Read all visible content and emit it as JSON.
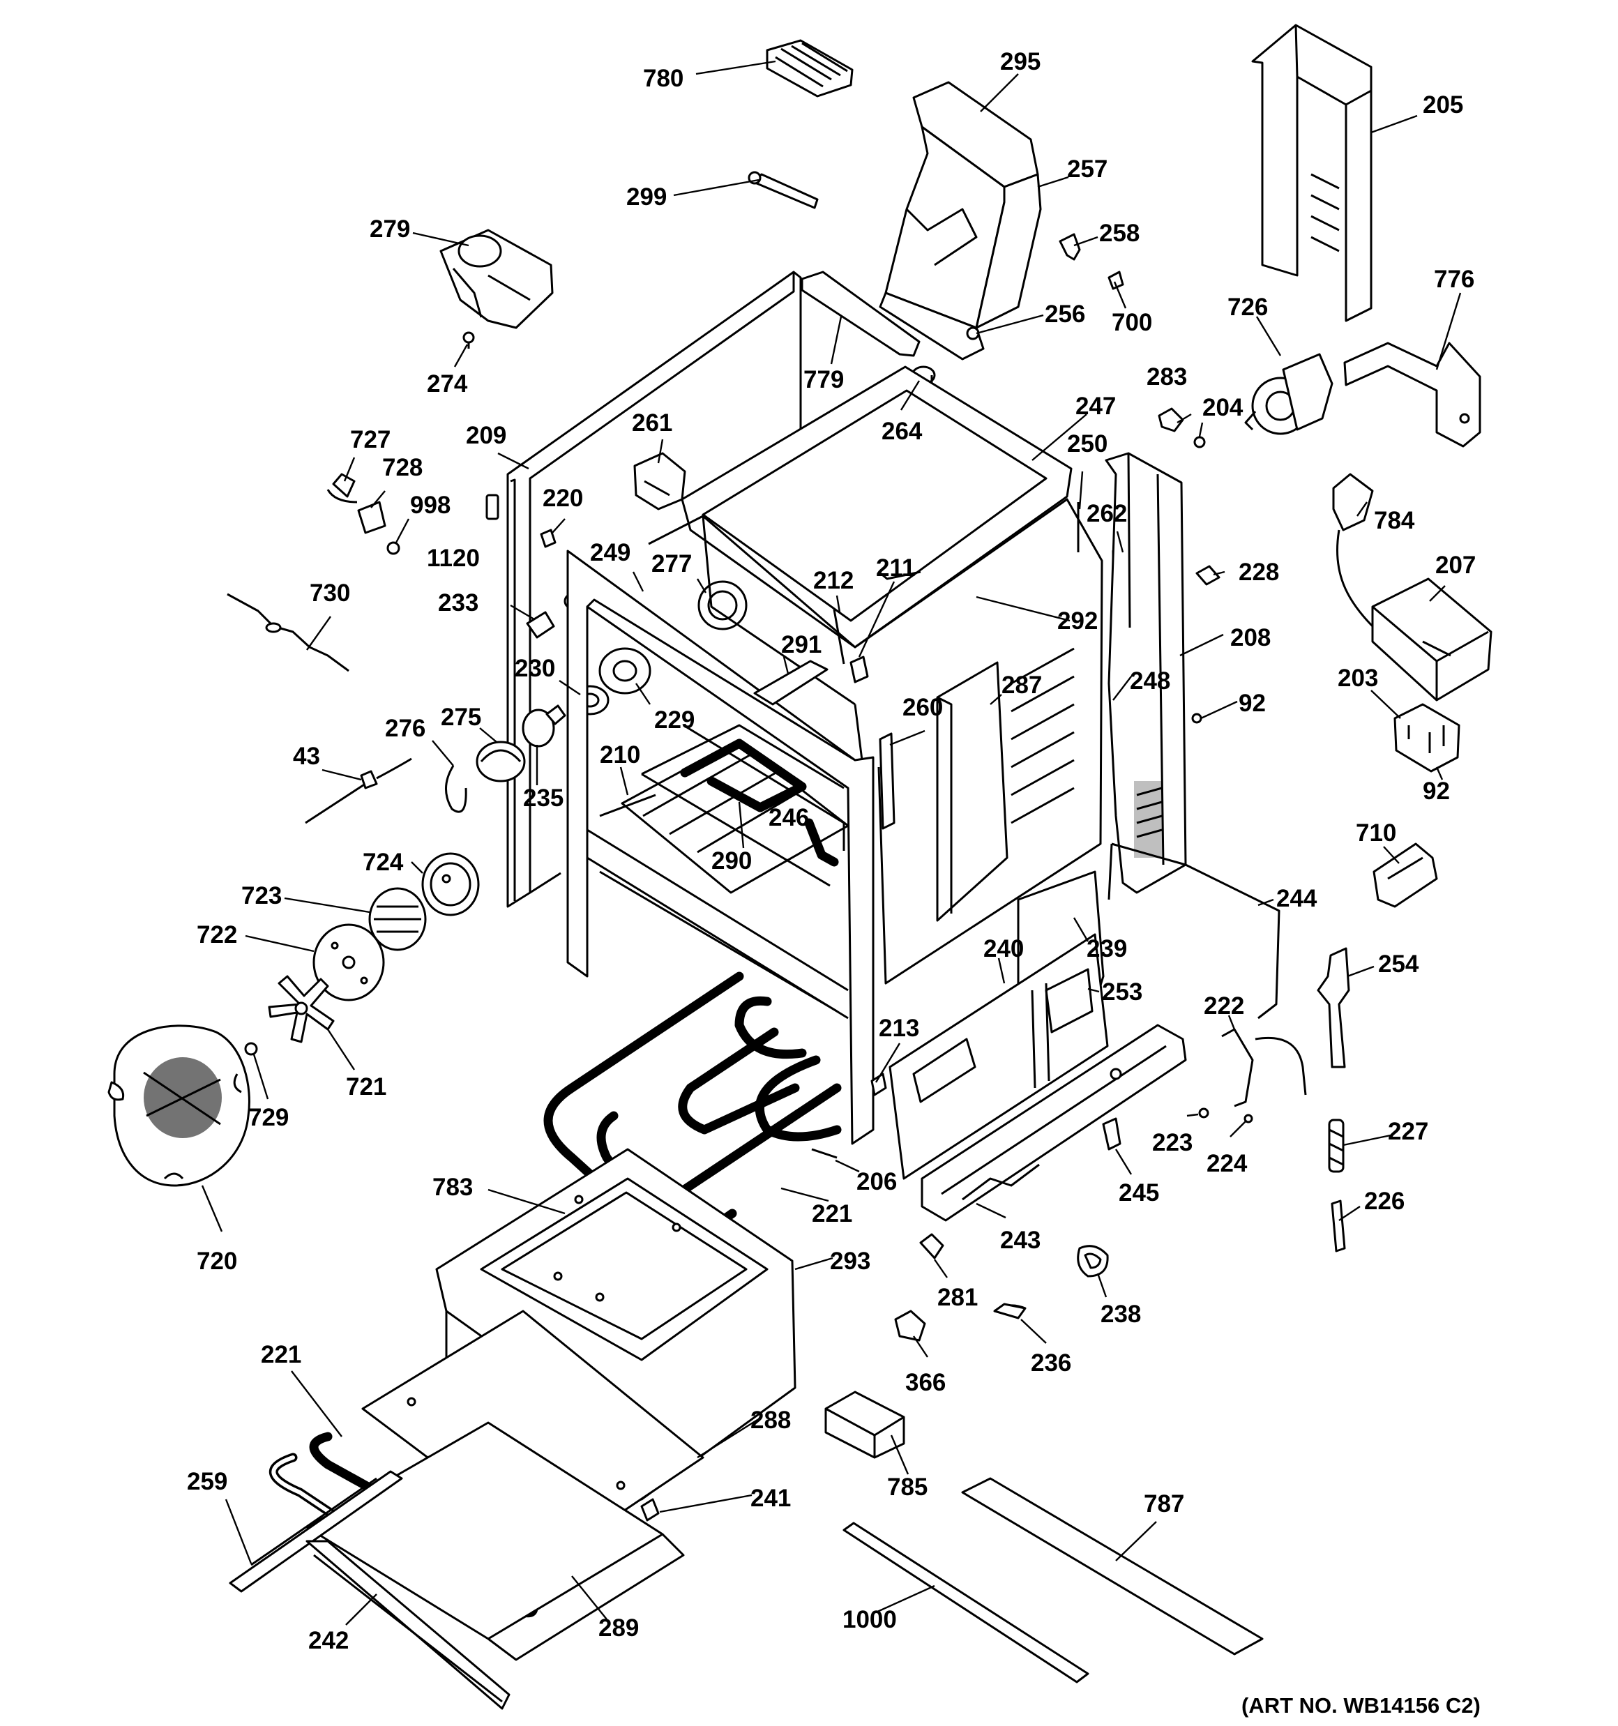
{
  "diagram": {
    "art_number": "(ART NO. WB14156 C2)",
    "callouts": [
      {
        "id": "c780",
        "text": "780"
      },
      {
        "id": "c295",
        "text": "295"
      },
      {
        "id": "c205",
        "text": "205"
      },
      {
        "id": "c299",
        "text": "299"
      },
      {
        "id": "c257",
        "text": "257"
      },
      {
        "id": "c279",
        "text": "279"
      },
      {
        "id": "c258",
        "text": "258"
      },
      {
        "id": "c776",
        "text": "776"
      },
      {
        "id": "c726",
        "text": "726"
      },
      {
        "id": "c256",
        "text": "256"
      },
      {
        "id": "c700",
        "text": "700"
      },
      {
        "id": "c779",
        "text": "779"
      },
      {
        "id": "c274",
        "text": "274"
      },
      {
        "id": "c283",
        "text": "283"
      },
      {
        "id": "c264",
        "text": "264"
      },
      {
        "id": "c247",
        "text": "247"
      },
      {
        "id": "c204",
        "text": "204"
      },
      {
        "id": "c261",
        "text": "261"
      },
      {
        "id": "c727",
        "text": "727"
      },
      {
        "id": "c209",
        "text": "209"
      },
      {
        "id": "c250",
        "text": "250"
      },
      {
        "id": "c728",
        "text": "728"
      },
      {
        "id": "c998",
        "text": "998"
      },
      {
        "id": "c220",
        "text": "220"
      },
      {
        "id": "c262",
        "text": "262"
      },
      {
        "id": "c784",
        "text": "784"
      },
      {
        "id": "c1120",
        "text": "1120"
      },
      {
        "id": "c249",
        "text": "249"
      },
      {
        "id": "c211",
        "text": "211"
      },
      {
        "id": "c228",
        "text": "228"
      },
      {
        "id": "c207",
        "text": "207"
      },
      {
        "id": "c277",
        "text": "277"
      },
      {
        "id": "c212",
        "text": "212"
      },
      {
        "id": "c730",
        "text": "730"
      },
      {
        "id": "c233",
        "text": "233"
      },
      {
        "id": "c292",
        "text": "292"
      },
      {
        "id": "c208",
        "text": "208"
      },
      {
        "id": "c291",
        "text": "291"
      },
      {
        "id": "c287",
        "text": "287"
      },
      {
        "id": "c230",
        "text": "230"
      },
      {
        "id": "c248",
        "text": "248"
      },
      {
        "id": "c203",
        "text": "203"
      },
      {
        "id": "c92a",
        "text": "92"
      },
      {
        "id": "c229",
        "text": "229"
      },
      {
        "id": "c260",
        "text": "260"
      },
      {
        "id": "c276",
        "text": "276"
      },
      {
        "id": "c275",
        "text": "275"
      },
      {
        "id": "c43",
        "text": "43"
      },
      {
        "id": "c210",
        "text": "210"
      },
      {
        "id": "c92b",
        "text": "92"
      },
      {
        "id": "c235",
        "text": "235"
      },
      {
        "id": "c246",
        "text": "246"
      },
      {
        "id": "c710",
        "text": "710"
      },
      {
        "id": "c290",
        "text": "290"
      },
      {
        "id": "c724",
        "text": "724"
      },
      {
        "id": "c723",
        "text": "723"
      },
      {
        "id": "c244",
        "text": "244"
      },
      {
        "id": "c722",
        "text": "722"
      },
      {
        "id": "c240",
        "text": "240"
      },
      {
        "id": "c239",
        "text": "239"
      },
      {
        "id": "c254",
        "text": "254"
      },
      {
        "id": "c253",
        "text": "253"
      },
      {
        "id": "c222",
        "text": "222"
      },
      {
        "id": "c213",
        "text": "213"
      },
      {
        "id": "c721",
        "text": "721"
      },
      {
        "id": "c729",
        "text": "729"
      },
      {
        "id": "c227",
        "text": "227"
      },
      {
        "id": "c223",
        "text": "223"
      },
      {
        "id": "c224",
        "text": "224"
      },
      {
        "id": "c206",
        "text": "206"
      },
      {
        "id": "c783",
        "text": "783"
      },
      {
        "id": "c245",
        "text": "245"
      },
      {
        "id": "c226",
        "text": "226"
      },
      {
        "id": "c221a",
        "text": "221"
      },
      {
        "id": "c243",
        "text": "243"
      },
      {
        "id": "c720",
        "text": "720"
      },
      {
        "id": "c293",
        "text": "293"
      },
      {
        "id": "c281",
        "text": "281"
      },
      {
        "id": "c238",
        "text": "238"
      },
      {
        "id": "c236",
        "text": "236"
      },
      {
        "id": "c221b",
        "text": "221"
      },
      {
        "id": "c366",
        "text": "366"
      },
      {
        "id": "c288",
        "text": "288"
      },
      {
        "id": "c785",
        "text": "785"
      },
      {
        "id": "c259",
        "text": "259"
      },
      {
        "id": "c241",
        "text": "241"
      },
      {
        "id": "c787",
        "text": "787"
      },
      {
        "id": "c1000",
        "text": "1000"
      },
      {
        "id": "c289",
        "text": "289"
      },
      {
        "id": "c242",
        "text": "242"
      }
    ]
  }
}
